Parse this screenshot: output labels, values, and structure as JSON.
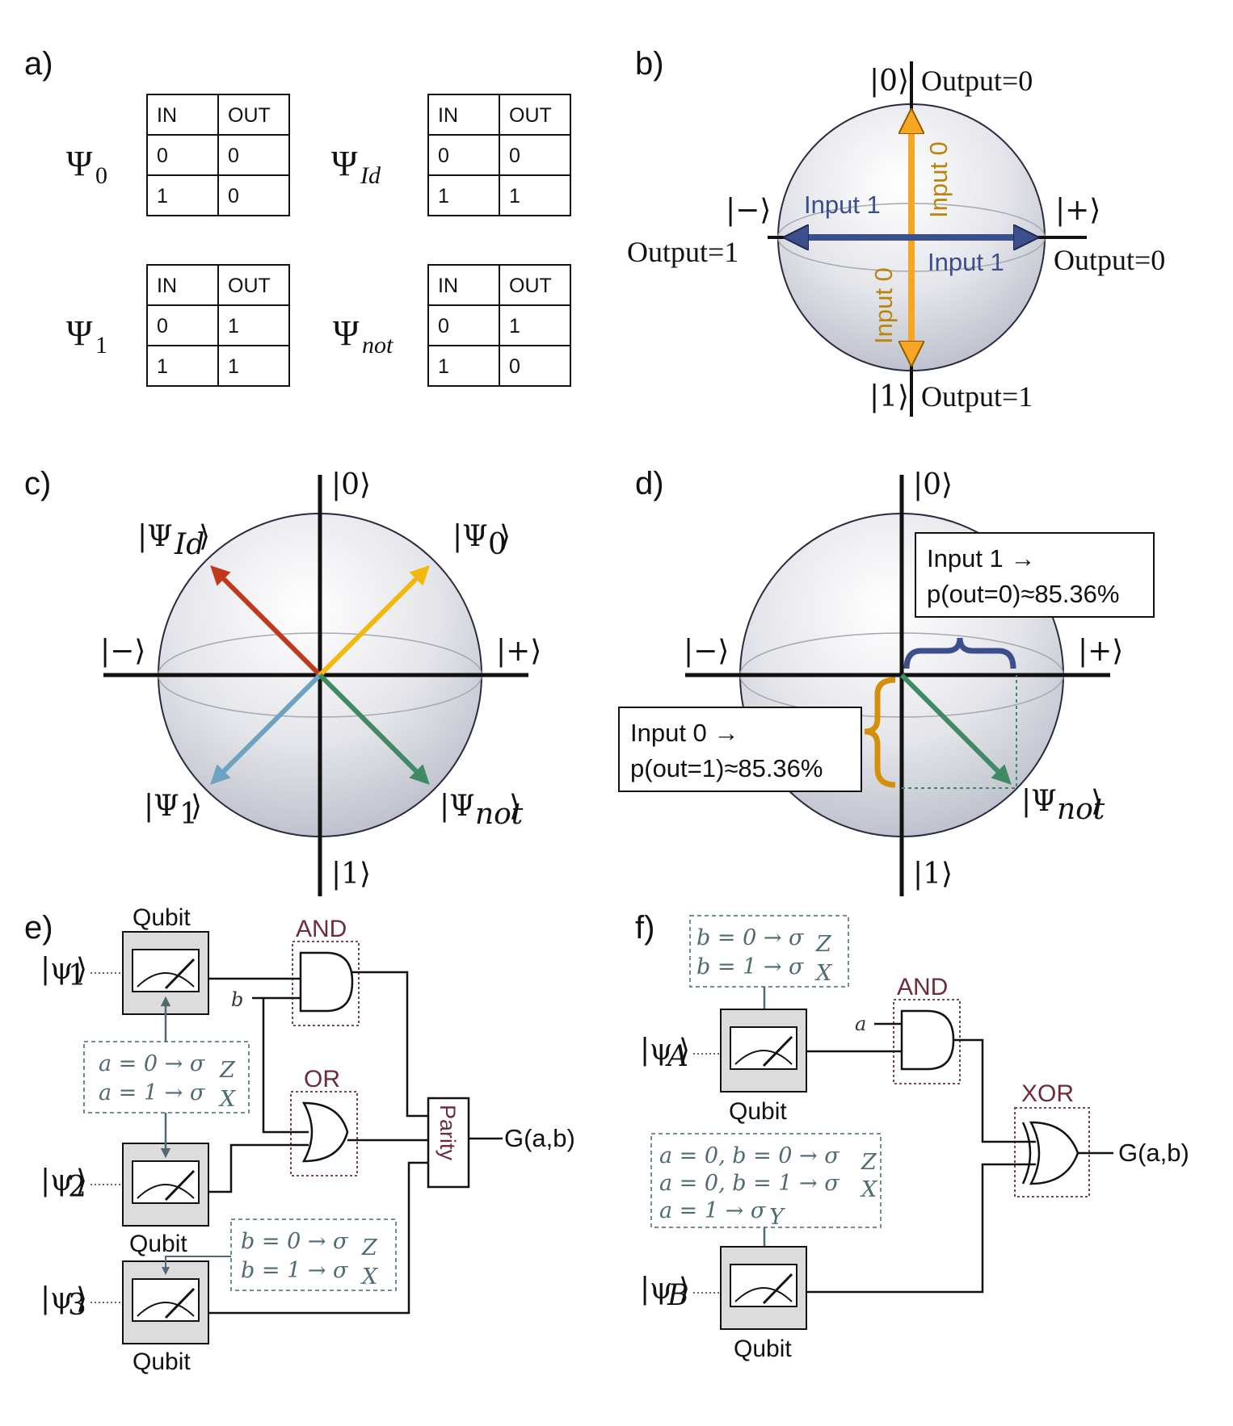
{
  "panels": {
    "a": "a)",
    "b": "b)",
    "c": "c)",
    "d": "d)",
    "e": "e)",
    "f": "f)"
  },
  "panel_a": {
    "tables": [
      {
        "label": "Ψ",
        "sub": "0",
        "head": [
          "IN",
          "OUT"
        ],
        "rows": [
          [
            "0",
            "0"
          ],
          [
            "1",
            "0"
          ]
        ]
      },
      {
        "label": "Ψ",
        "sub": "Id",
        "head": [
          "IN",
          "OUT"
        ],
        "rows": [
          [
            "0",
            "0"
          ],
          [
            "1",
            "1"
          ]
        ]
      },
      {
        "label": "Ψ",
        "sub": "1",
        "head": [
          "IN",
          "OUT"
        ],
        "rows": [
          [
            "0",
            "1"
          ],
          [
            "1",
            "1"
          ]
        ]
      },
      {
        "label": "Ψ",
        "sub": "not",
        "head": [
          "IN",
          "OUT"
        ],
        "rows": [
          [
            "0",
            "1"
          ],
          [
            "1",
            "0"
          ]
        ]
      }
    ]
  },
  "panel_b": {
    "ket0": "|0⟩",
    "ket1": "|1⟩",
    "ketplus": "|+⟩",
    "ketminus": "|−⟩",
    "out_top": "Output=0",
    "out_bottom": "Output=1",
    "out_right": "Output=0",
    "out_left": "Output=1",
    "input1_left": "Input 1",
    "input1_right": "Input 1",
    "input0_top": "Input 0",
    "input0_bottom": "Input 0",
    "colors": {
      "input0": "#f5a623",
      "input0_text": "#b8860b",
      "input1": "#3c4f8c",
      "input1_text": "#3c4f8c"
    }
  },
  "panel_c": {
    "ket0": "|0⟩",
    "ket1": "|1⟩",
    "ketplus": "|+⟩",
    "ketminus": "|−⟩",
    "states": [
      {
        "label": "|Ψ",
        "sub": "Id",
        "color": "#c0391b"
      },
      {
        "label": "|Ψ",
        "sub": "0",
        "color": "#f2b90c"
      },
      {
        "label": "|Ψ",
        "sub": "1",
        "color": "#6ea3bf"
      },
      {
        "label": "|Ψ",
        "sub": "not",
        "color": "#3f8a63"
      }
    ]
  },
  "panel_d": {
    "ket0": "|0⟩",
    "ket1": "|1⟩",
    "ketplus": "|+⟩",
    "ketminus": "|−⟩",
    "state": {
      "label": "|Ψ",
      "sub": "not"
    },
    "box1": {
      "line1": "Input 1 →",
      "line2": "p(out=0)≈85.36%"
    },
    "box0": {
      "line1": "Input 0 →",
      "line2": "p(out=1)≈85.36%"
    },
    "brace_colors": {
      "top": "#3c4f8c",
      "left": "#d4900c"
    }
  },
  "panel_e": {
    "qubit_label": "Qubit",
    "psi": [
      {
        "sub": "1"
      },
      {
        "sub": "2"
      },
      {
        "sub": "3"
      }
    ],
    "and_label": "AND",
    "or_label": "OR",
    "parity_label": "Parity",
    "output": "G(a,b)",
    "b_label": "b",
    "cond_a": [
      "a = 0 → σ",
      "a = 1 → σ"
    ],
    "cond_a_sub": [
      "Z",
      "X"
    ],
    "cond_b": [
      "b = 0 → σ",
      "b = 1 → σ"
    ],
    "cond_b_sub": [
      "Z",
      "X"
    ]
  },
  "panel_f": {
    "qubit_label": "Qubit",
    "psi": [
      {
        "sub": "A"
      },
      {
        "sub": "B"
      }
    ],
    "and_label": "AND",
    "xor_label": "XOR",
    "output": "G(a,b)",
    "a_label": "a",
    "cond_b": [
      "b = 0 → σ",
      "b = 1 → σ"
    ],
    "cond_b_sub": [
      "Z",
      "X"
    ],
    "cond_ab": [
      "a = 0, b = 0 → σ",
      "a = 0, b = 1 → σ",
      "a = 1 → σ"
    ],
    "cond_ab_sub": [
      "Z",
      "X",
      "Y"
    ]
  }
}
